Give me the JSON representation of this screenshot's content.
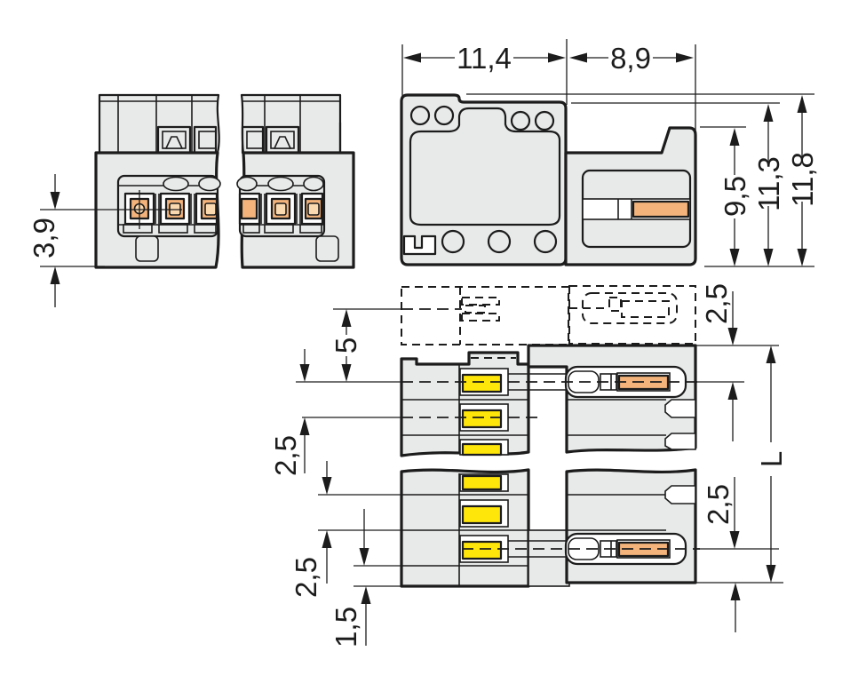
{
  "drawing": {
    "type": "technical-dimension-drawing",
    "subject": "male-pin-header-connector",
    "colors": {
      "housing": "#e8e9e9",
      "contact_orange": "#f3b37b",
      "contact_orange_light": "#fbd9b0",
      "contact_yellow": "#ffe60a",
      "line": "#1c1c1c",
      "background": "#ffffff"
    },
    "dims": {
      "front_pin_to_edge": "3,9",
      "side_width_socket": "11,4",
      "side_width_pin": "8,9",
      "side_height_latch": "9,5",
      "side_height_body": "11,3",
      "side_height_total": "11,8",
      "strip_insert_depth": "5",
      "strip_pitch_upper": "2,5",
      "strip_pitch_lower": "2,5",
      "strip_end_offset": "1,5",
      "strip_edge_to_first_pin": "2,5",
      "strip_last_pin_to_edge": "2,5",
      "strip_total_length": "L"
    }
  }
}
